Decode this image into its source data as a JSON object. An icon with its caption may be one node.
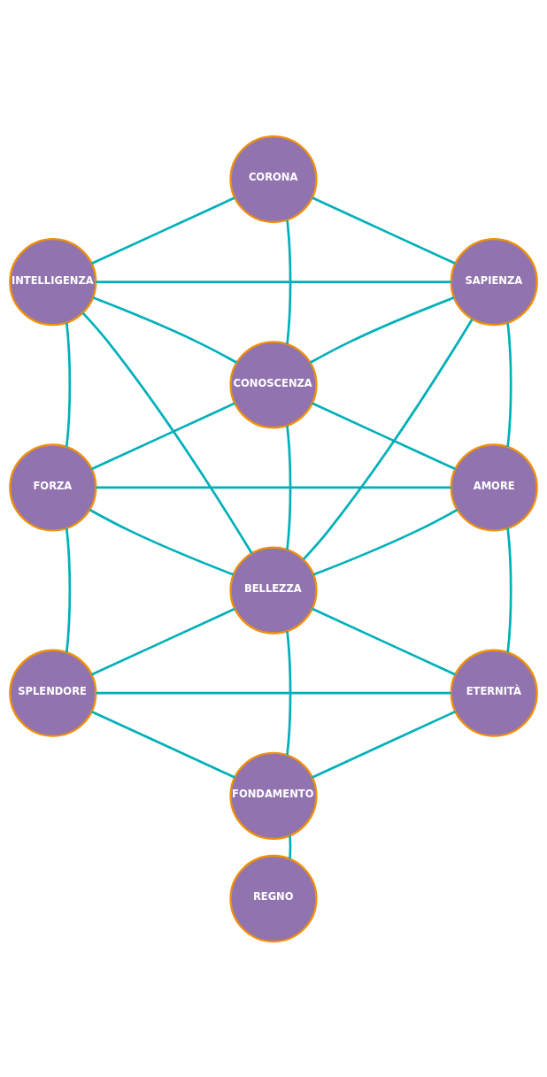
{
  "diagram": {
    "nodes": [
      {
        "text": [
          "CORONA"
        ]
      },
      {
        "text": [
          "INTELLIGENZA"
        ]
      },
      {
        "text": [
          "SAPIENZA"
        ]
      },
      {
        "text": [
          "CONOSCENZA"
        ]
      },
      {
        "text": [
          "FORZA"
        ]
      },
      {
        "text": [
          "AMORE"
        ]
      },
      {
        "text": [
          "BELLEZZA"
        ]
      },
      {
        "text": [
          "SPLENDORE"
        ]
      },
      {
        "text": [
          "ETERNITÀ"
        ]
      },
      {
        "text": [
          "FONDAMENTO"
        ]
      },
      {
        "text": [
          "REGNO"
        ]
      }
    ],
    "edges": [
      {
        "from": 0,
        "to": 1,
        "arrow": "none"
      },
      {
        "from": 0,
        "to": 2,
        "arrow": "none"
      },
      {
        "from": 0,
        "to": 3,
        "arrow": "none"
      },
      {
        "from": 1,
        "to": 2,
        "arrow": "none"
      },
      {
        "from": 1,
        "to": 3,
        "arrow": "none"
      },
      {
        "from": 2,
        "to": 3,
        "arrow": "none"
      },
      {
        "from": 1,
        "to": 4,
        "arrow": "none"
      },
      {
        "from": 2,
        "to": 5,
        "arrow": "none"
      },
      {
        "from": 1,
        "to": 6,
        "arrow": "none"
      },
      {
        "from": 2,
        "to": 6,
        "arrow": "none"
      },
      {
        "from": 3,
        "to": 4,
        "arrow": "none"
      },
      {
        "from": 3,
        "to": 5,
        "arrow": "none"
      },
      {
        "from": 3,
        "to": 6,
        "arrow": "none"
      },
      {
        "from": 4,
        "to": 5,
        "arrow": "none"
      },
      {
        "from": 4,
        "to": 6,
        "arrow": "none"
      },
      {
        "from": 5,
        "to": 6,
        "arrow": "none"
      },
      {
        "from": 4,
        "to": 7,
        "arrow": "none"
      },
      {
        "from": 5,
        "to": 8,
        "arrow": "none"
      },
      {
        "from": 6,
        "to": 7,
        "arrow": "none"
      },
      {
        "from": 6,
        "to": 8,
        "arrow": "none"
      },
      {
        "from": 6,
        "to": 9,
        "arrow": "none"
      },
      {
        "from": 7,
        "to": 8,
        "arrow": "none"
      },
      {
        "from": 7,
        "to": 9,
        "arrow": "none"
      },
      {
        "from": 8,
        "to": 9,
        "arrow": "none"
      },
      {
        "from": 9,
        "to": 10,
        "arrow": "none"
      }
    ]
  }
}
